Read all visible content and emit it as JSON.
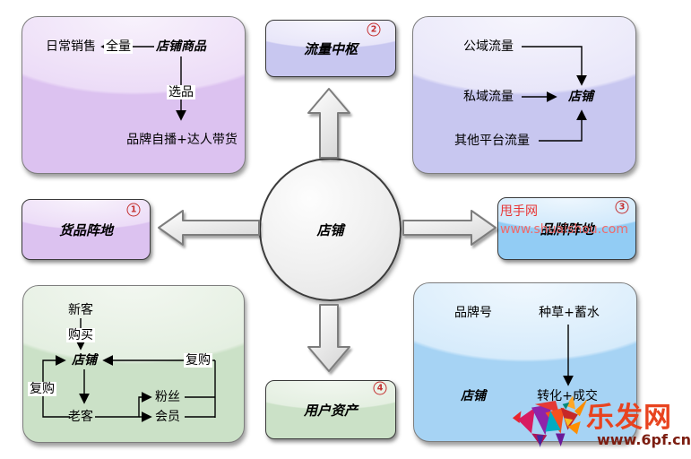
{
  "center_circle": {
    "label": "店铺"
  },
  "hub_boxes": {
    "traffic_hub": {
      "label": "流量中枢",
      "badge": "2"
    },
    "goods_base": {
      "label": "货品阵地",
      "badge": "1"
    },
    "brand_base": {
      "label": "品牌阵地",
      "badge": "3"
    },
    "user_assets": {
      "label": "用户资产",
      "badge": "4"
    }
  },
  "panels": {
    "goods": {
      "daily_sales": "日常销售",
      "full_volume": "全量",
      "shop_goods": "店铺商品",
      "selection": "选品",
      "self_broadcast": "品牌自播+达人带货"
    },
    "traffic": {
      "public_traffic": "公域流量",
      "private_traffic": "私域流量",
      "other_platform_traffic": "其他平台流量",
      "shop": "店铺"
    },
    "users": {
      "new_customer": "新客",
      "purchase": "购买",
      "shop": "店铺",
      "repurchase_left": "复购",
      "repurchase_right": "复购",
      "old_customer": "老客",
      "fans": "粉丝",
      "member": "会员"
    },
    "brand": {
      "brand_account": "品牌号",
      "seeding": "种草+蓄水",
      "shop": "店铺",
      "conversion": "转化+成交"
    }
  },
  "watermarks": {
    "shuaishou": {
      "site_name": "甩手网",
      "site_url": "www.shuaishou.com"
    },
    "lefa": {
      "site_name": "乐发网",
      "site_url": "www.6pf.cn"
    }
  },
  "colors": {
    "purple_panel": "#dcc2f0",
    "periwinkle_panel": "#c8c7f0",
    "green_panel": "#cbe1c7",
    "blue_panel": "#a6d3f4",
    "badge_red": "#c43030",
    "watermark_red": "#e83333",
    "lefa_red": "#e8431f"
  }
}
